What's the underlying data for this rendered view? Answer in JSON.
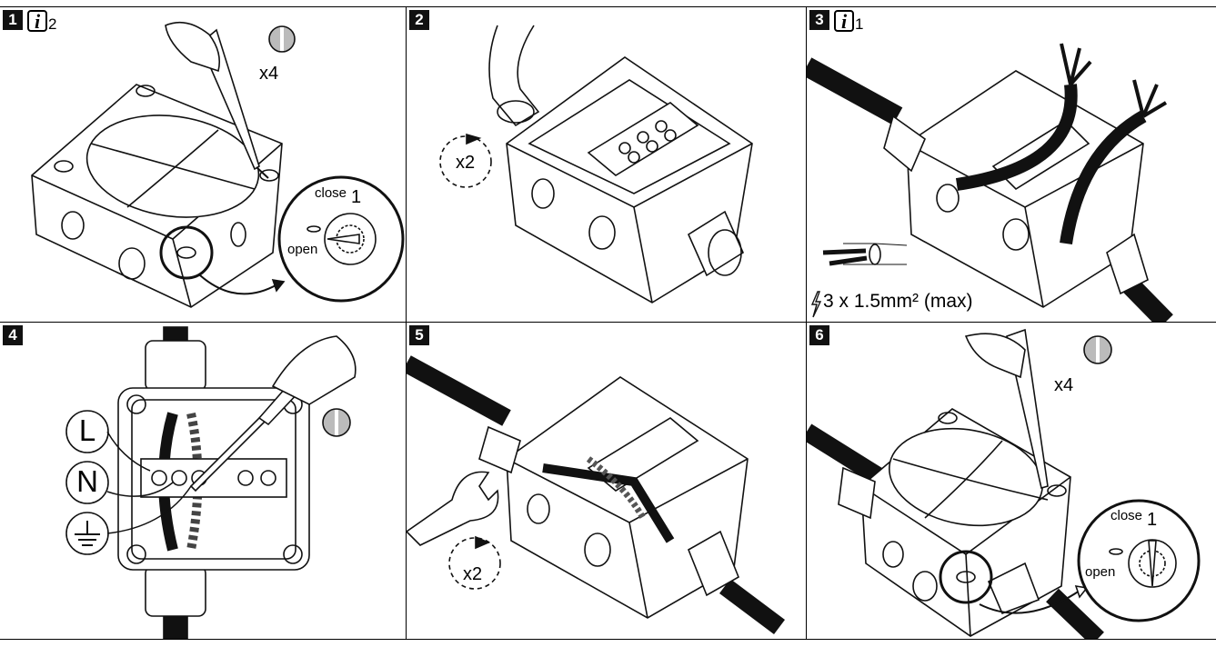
{
  "steps": [
    {
      "number": "1",
      "info_label": "i",
      "info_ref": "2",
      "count": "x4",
      "close_label": "close",
      "close_num": "1",
      "open_label": "open"
    },
    {
      "number": "2",
      "count": "x2"
    },
    {
      "number": "3",
      "info_label": "i",
      "info_ref": "1",
      "wire_spec": "3 x 1.5mm² (max)"
    },
    {
      "number": "4",
      "terminal_labels": [
        "L",
        "N"
      ]
    },
    {
      "number": "5",
      "count": "x2"
    },
    {
      "number": "6",
      "count": "x4",
      "close_label": "close",
      "close_num": "1",
      "open_label": "open"
    }
  ],
  "icons": [
    "slotted-screw-icon",
    "screwdriver-icon",
    "wrench-icon",
    "earth-ground-icon",
    "lightning-icon",
    "rotate-arrow-icon"
  ]
}
